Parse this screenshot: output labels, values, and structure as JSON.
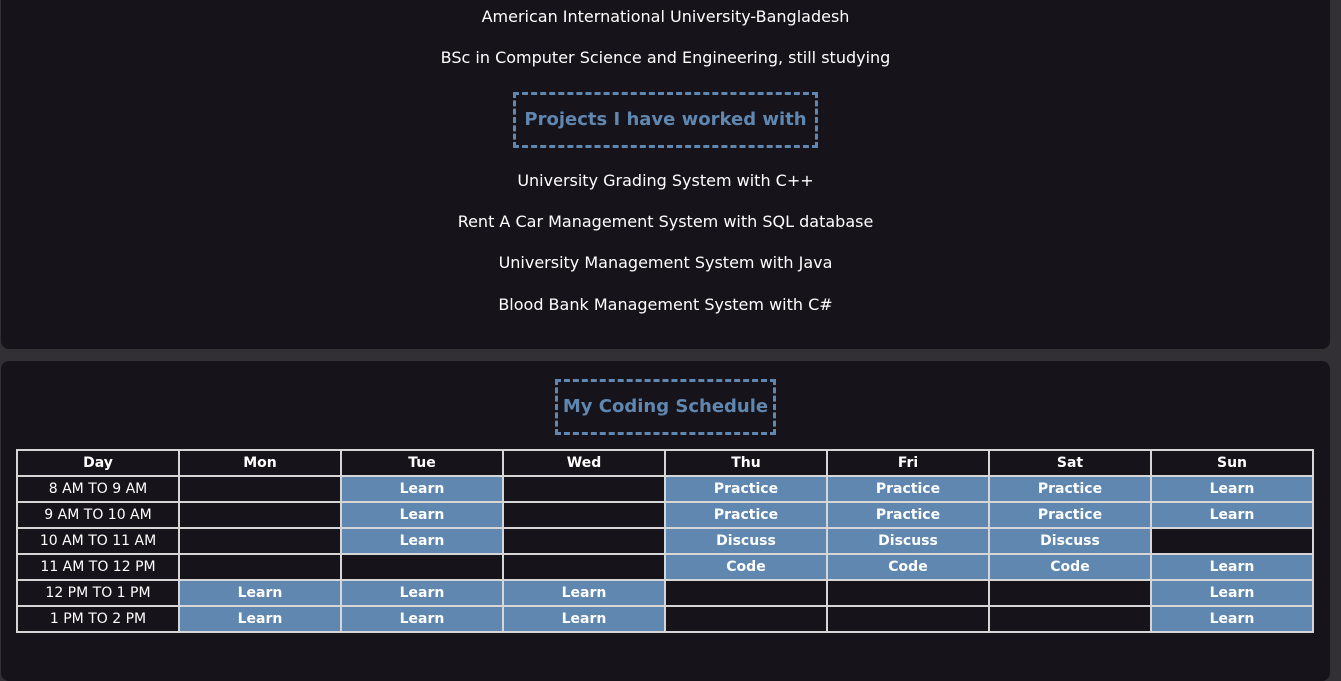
{
  "education": {
    "university": "American International University-Bangladesh",
    "degree": "BSc in Computer Science and Engineering, still studying"
  },
  "projects": {
    "heading": "Projects I have worked with",
    "items": [
      "University Grading System with C++",
      "Rent A Car Management System with SQL database",
      "University Management System with Java",
      "Blood Bank Management System with C#"
    ]
  },
  "schedule": {
    "heading": "My Coding Schedule",
    "columns": [
      "Day",
      "Mon",
      "Tue",
      "Wed",
      "Thu",
      "Fri",
      "Sat",
      "Sun"
    ],
    "rows": [
      {
        "time": "8 AM TO 9 AM",
        "cells": [
          "",
          "Learn",
          "",
          "Practice",
          "Practice",
          "Practice",
          "Learn"
        ]
      },
      {
        "time": "9 AM TO 10 AM",
        "cells": [
          "",
          "Learn",
          "",
          "Practice",
          "Practice",
          "Practice",
          "Learn"
        ]
      },
      {
        "time": "10 AM TO 11 AM",
        "cells": [
          "",
          "Learn",
          "",
          "Discuss",
          "Discuss",
          "Discuss",
          ""
        ]
      },
      {
        "time": "11 AM TO 12 PM",
        "cells": [
          "",
          "",
          "",
          "Code",
          "Code",
          "Code",
          "Learn"
        ]
      },
      {
        "time": "12 PM TO 1 PM",
        "cells": [
          "Learn",
          "Learn",
          "Learn",
          "",
          "",
          "",
          "Learn"
        ]
      },
      {
        "time": "1 PM TO 2 PM",
        "cells": [
          "Learn",
          "Learn",
          "Learn",
          "",
          "",
          "",
          "Learn"
        ]
      }
    ]
  },
  "colors": {
    "page_background": "#322f35",
    "card_background": "#17131b",
    "accent": "#5f87b0",
    "text": "#ffffff",
    "table_border": "#d6d6d6"
  }
}
